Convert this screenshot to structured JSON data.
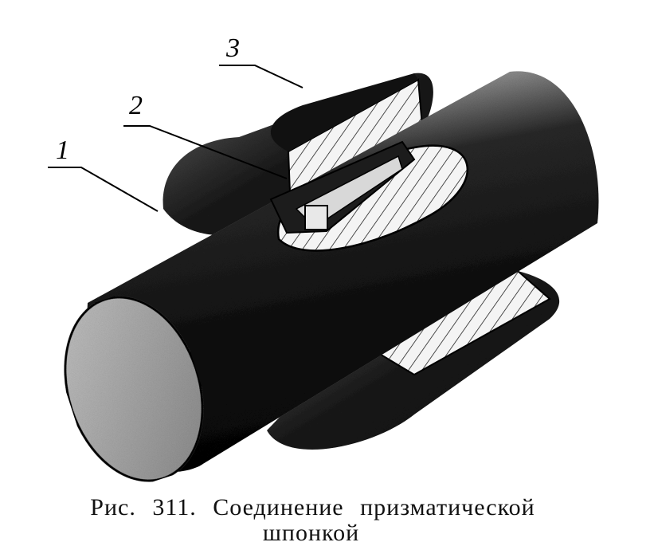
{
  "figure": {
    "callouts": [
      {
        "id": "1",
        "text": "1"
      },
      {
        "id": "2",
        "text": "2"
      },
      {
        "id": "3",
        "text": "3"
      }
    ],
    "caption_line_1": "Рис. 311. Соединение   призматической",
    "caption_line_2": "шпонкой"
  }
}
